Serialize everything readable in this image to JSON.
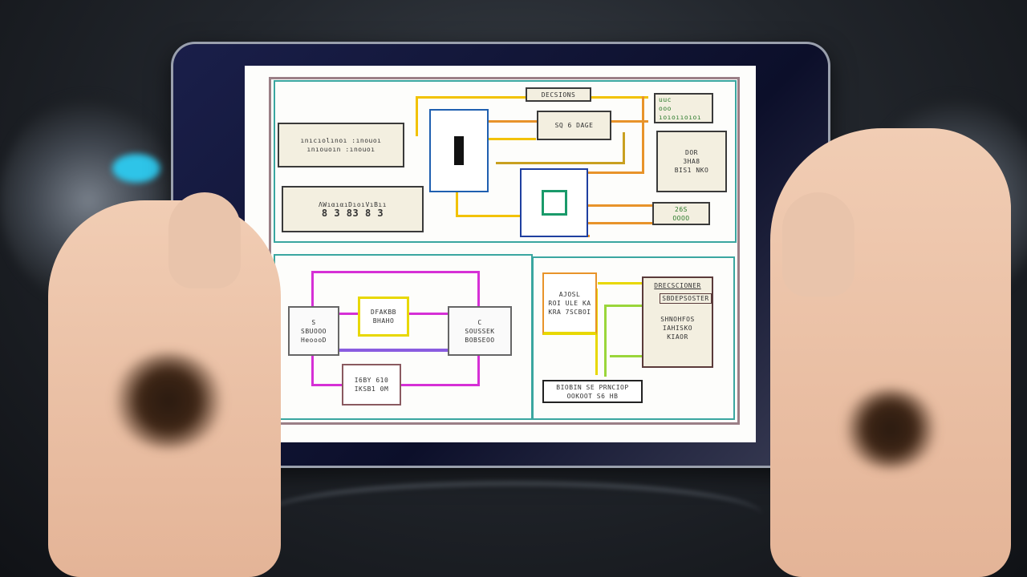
{
  "scene": {
    "description": "Hands holding a tablet displaying a colored wiring diagram in front of a blurred car front",
    "colors": {
      "wire_yellow": "#f2c200",
      "wire_orange": "#e8932a",
      "wire_magenta": "#d630d6",
      "wire_purple": "#8a5ce0",
      "wire_green": "#9ad63a",
      "wire_blue": "#1f5fb0",
      "panel_border": "#3aa6a0"
    }
  },
  "diagram": {
    "top_panel": {
      "left_module": {
        "line1": "ınıcıolınoı :ınouoı",
        "line2": "ınıouoın :ınouoı"
      },
      "lower_left_box": {
        "title": "ΛWıαıαıDıoıVıBıı",
        "digits": "8 3   83   8 3"
      },
      "top_label": "DECSIONS",
      "relay_box": "SQ 6 DAGE",
      "top_right_box": {
        "line1": "uuc",
        "line2": "ooo",
        "line3": "ıoıoııoıoı"
      },
      "right_box": {
        "line1": "DOR",
        "line2": "3HA8",
        "line3": "BIS1 NKO"
      },
      "bottom_right_box": {
        "line1": "26S",
        "line2": "OOOO"
      }
    },
    "bottom_left_panel": {
      "left_box": {
        "line1": "S",
        "line2": "SBUOOO",
        "line3": "HeoooD"
      },
      "center_box": {
        "line1": "DFAKBB",
        "line2": "BHAHO"
      },
      "right_box": {
        "line1": "C",
        "line2": "SOUSSEK",
        "line3": "BOBSEOO"
      },
      "bottom_box": {
        "line1": "I6BY 610",
        "line2": "IKSB1 0M"
      }
    },
    "bottom_right_panel": {
      "left_module": {
        "line1": "AJOSL",
        "line2": "ROI ULE KA",
        "line3": "KRA 7SCBOI"
      },
      "right_box": {
        "header": "DRECSCIONER",
        "sub": "SBDEPSOSTER",
        "line1": "SHNOHFOS",
        "line2": "IAHISKO",
        "line3": "KIAOR"
      },
      "bottom_box": {
        "line1": "BIOBIN SE PRNCIOP",
        "line2": "OOKOOT S6 HB"
      }
    }
  }
}
